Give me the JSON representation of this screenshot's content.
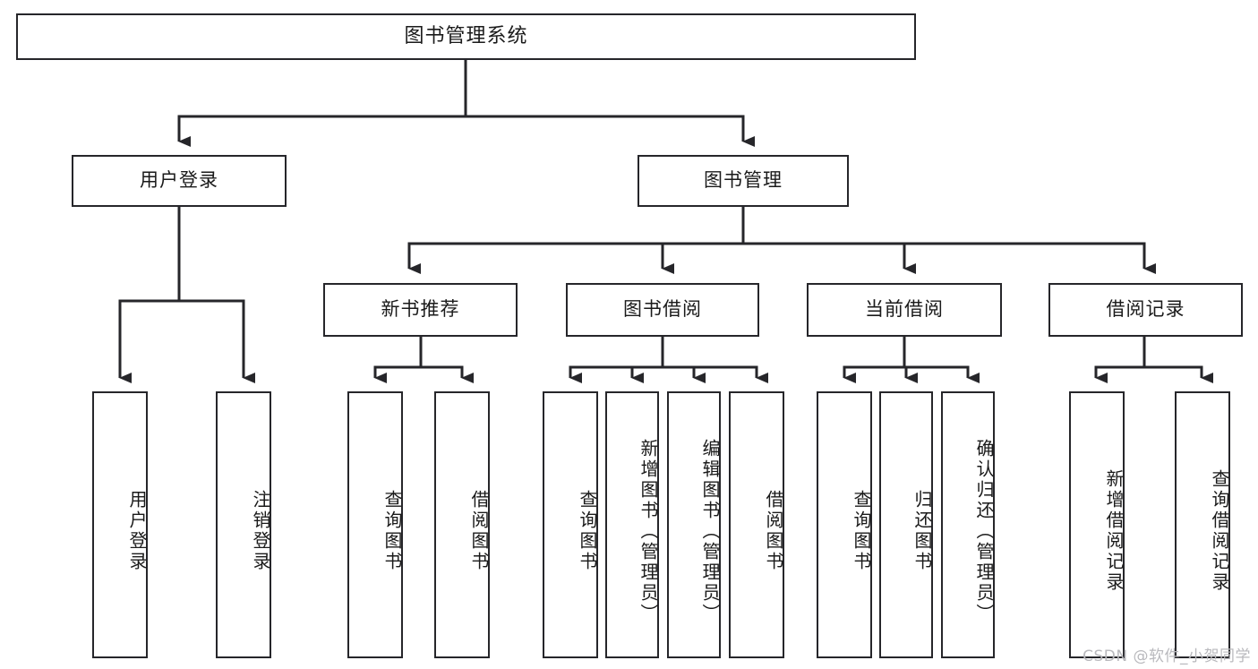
{
  "diagram": {
    "type": "tree",
    "title": "图书管理系统",
    "root": {
      "label": "图书管理系统"
    },
    "level1": [
      {
        "label": "用户登录"
      },
      {
        "label": "图书管理"
      }
    ],
    "level2": [
      {
        "label": "新书推荐"
      },
      {
        "label": "图书借阅"
      },
      {
        "label": "当前借阅"
      },
      {
        "label": "借阅记录"
      }
    ],
    "leaves": {
      "user_login": [
        {
          "label": "用户登录"
        },
        {
          "label": "注销登录"
        }
      ],
      "new_book_recommend": [
        {
          "label": "查询图书"
        },
        {
          "label": "借阅图书"
        }
      ],
      "book_borrow": [
        {
          "label": "查询图书"
        },
        {
          "label": "新增图书（管理员）"
        },
        {
          "label": "编辑图书（管理员）"
        },
        {
          "label": "借阅图书"
        }
      ],
      "current_borrow": [
        {
          "label": "查询图书"
        },
        {
          "label": "归还图书"
        },
        {
          "label": "确认归还（管理员）"
        }
      ],
      "borrow_record": [
        {
          "label": "新增借阅记录"
        },
        {
          "label": "查询借阅记录"
        }
      ]
    }
  },
  "watermark": {
    "text": "CSDN @软件_小贺同学"
  },
  "colors": {
    "stroke": "#26262a",
    "fill": "#ffffff",
    "text": "#1a1a1a",
    "watermark": "#b9b9bd"
  }
}
